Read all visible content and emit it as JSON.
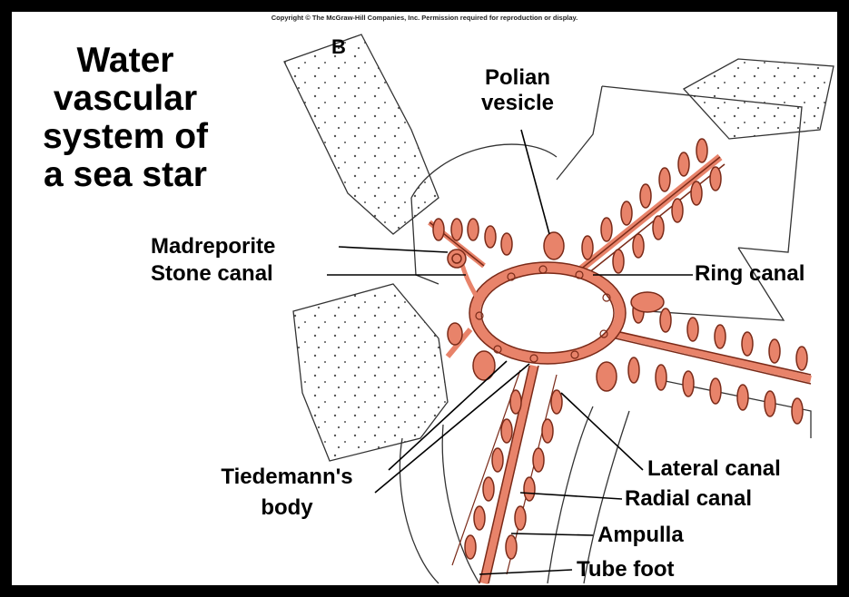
{
  "copyright": "Copyright © The McGraw-Hill Companies, Inc. Permission required for reproduction or display.",
  "title": [
    "Water",
    "vascular",
    "system of",
    "a sea star"
  ],
  "panel_letter": "B",
  "labels": {
    "polian": [
      "Polian",
      "vesicle"
    ],
    "madreporite": "Madreporite",
    "stone_canal": "Stone canal",
    "ring_canal": "Ring canal",
    "tiedemann": [
      "Tiedemann's",
      "body"
    ],
    "lateral_canal": "Lateral canal",
    "radial_canal": "Radial canal",
    "ampulla": "Ampulla",
    "tube_foot": "Tube foot"
  },
  "colors": {
    "canal": "#e8836a",
    "canal_outline": "#7a2a18",
    "background": "#ffffff",
    "frame": "#000000"
  }
}
